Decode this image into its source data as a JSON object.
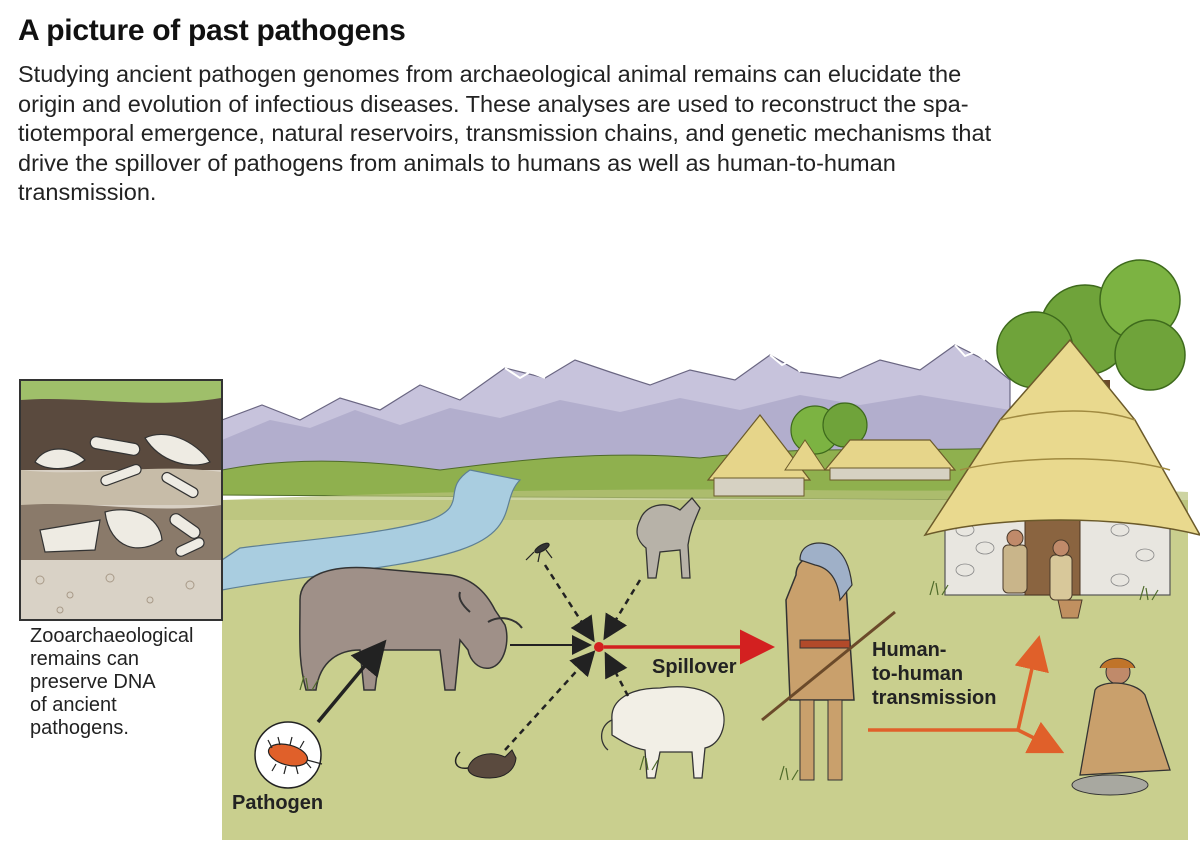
{
  "title": "A picture of past pathogens",
  "description_lines": [
    "Studying ancient pathogen genomes from archaeological animal remains can elucidate the",
    "origin and evolution of infectious diseases. These analyses are used to reconstruct the spa-",
    "tiotemporal emergence, natural reservoirs, transmission chains, and genetic mechanisms that",
    "drive the spillover of pathogens from animals to humans as well as human-to-human",
    "transmission."
  ],
  "remains_note_lines": [
    "Zooarchaeological",
    "remains can",
    "preserve DNA",
    "of ancient",
    "pathogens."
  ],
  "pathogen_label": "Pathogen",
  "spillover_label": "Spillover",
  "h2h_label_lines": [
    "Human-",
    "to-human",
    "transmission"
  ],
  "colors": {
    "spillover_arrow": "#d32020",
    "transmission_arrow": "#e0602a",
    "ground": "#c9cf8e",
    "sky_mountains": "#c7c3dc",
    "soil_dark": "#5a4a3e"
  }
}
